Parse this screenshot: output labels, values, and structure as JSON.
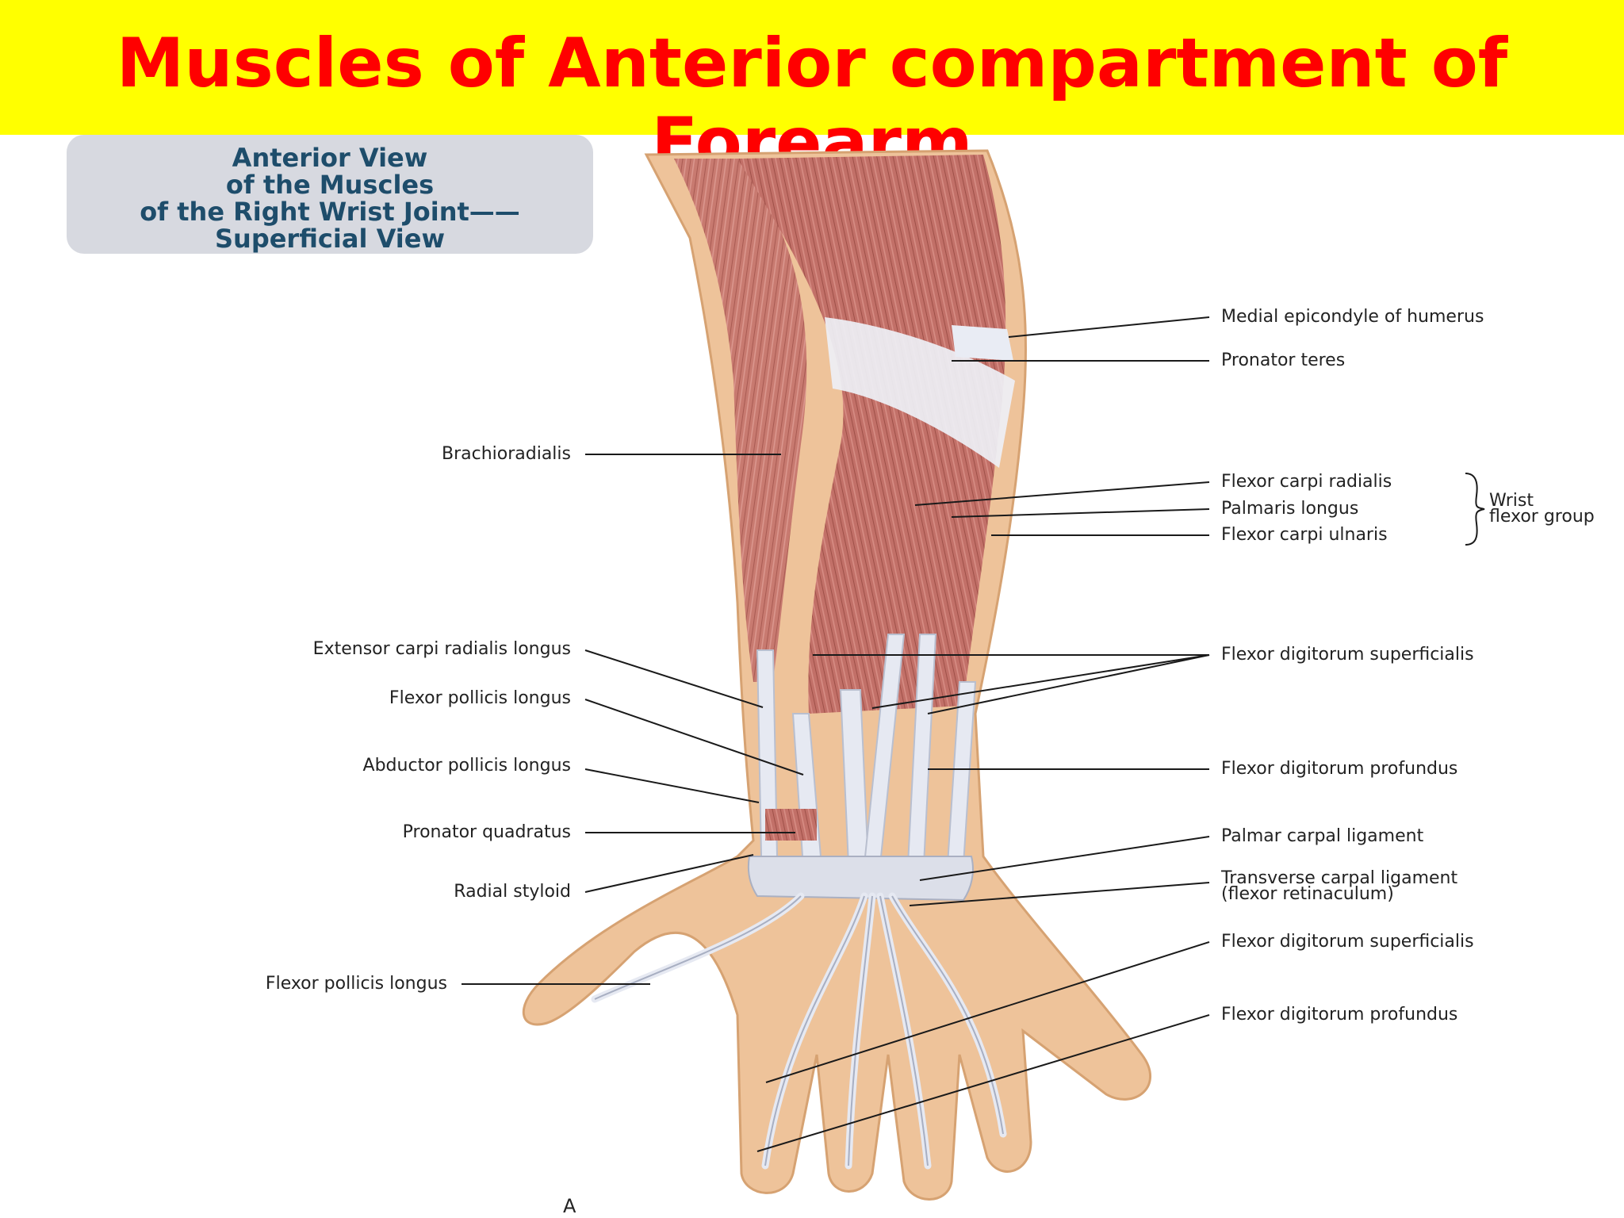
{
  "title": "Muscles of Anterior compartment of Forearm",
  "view_box": {
    "lines": [
      "Anterior View",
      "of the Muscles",
      "of the Right Wrist Joint——",
      "Superficial View"
    ]
  },
  "labels_left": {
    "brachioradialis": "Brachioradialis",
    "ecrl": "Extensor carpi radialis longus",
    "fpl_upper": "Flexor pollicis longus",
    "apl": "Abductor pollicis longus",
    "pq": "Pronator quadratus",
    "radial_styloid": "Radial styloid",
    "fpl_lower": "Flexor pollicis longus"
  },
  "labels_right": {
    "medial_epicondyle": "Medial epicondyle of humerus",
    "pronator_teres": "Pronator teres",
    "fcr": "Flexor carpi radialis",
    "pl": "Palmaris longus",
    "fcu": "Flexor carpi ulnaris",
    "group_line1": "Wrist",
    "group_line2": "flexor group",
    "fds_upper": "Flexor digitorum superficialis",
    "fdp_upper": "Flexor digitorum profundus",
    "palmar_carpal": "Palmar carpal ligament",
    "transverse_carpal_1": "Transverse carpal ligament",
    "transverse_carpal_2": "(flexor retinaculum)",
    "fds_lower": "Flexor digitorum superficialis",
    "fdp_lower": "Flexor digitorum profundus"
  },
  "figure_letter": "A",
  "colors": {
    "title_bg": "#ffff00",
    "title_text": "#ff0000",
    "muscle": "#c97b72",
    "tendon": "#e6e9f2",
    "skin": "#e8b98a"
  }
}
